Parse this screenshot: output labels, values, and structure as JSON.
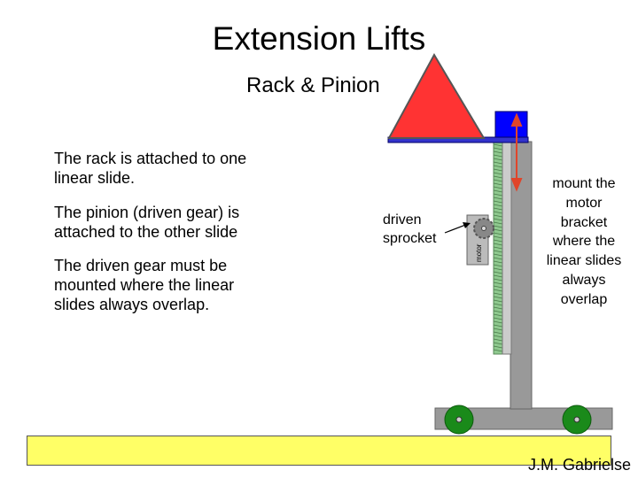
{
  "slide": {
    "title": "Extension Lifts",
    "subtitle": "Rack & Pinion",
    "bullets": [
      "The rack is attached to one linear slide.",
      "The pinion (driven gear) is attached to the other slide",
      "The driven gear must be mounted where the linear slides always overlap."
    ]
  },
  "diagram": {
    "driven_label": "driven sprocket",
    "motor_label": "motor",
    "mount_note": "mount the motor bracket where the linear slides always overlap",
    "colors": {
      "triangle": "#ff3333",
      "platform": "#3333cc",
      "upper_slide": "#0000ff",
      "slide": "#999999",
      "rack": "#8fc98f",
      "gear": "#888888",
      "wheel": "#1a8a1a",
      "arrow": "#e0452a",
      "footer": "#ffff66"
    }
  },
  "footer": {
    "author": "J.M. Gabrielse"
  }
}
